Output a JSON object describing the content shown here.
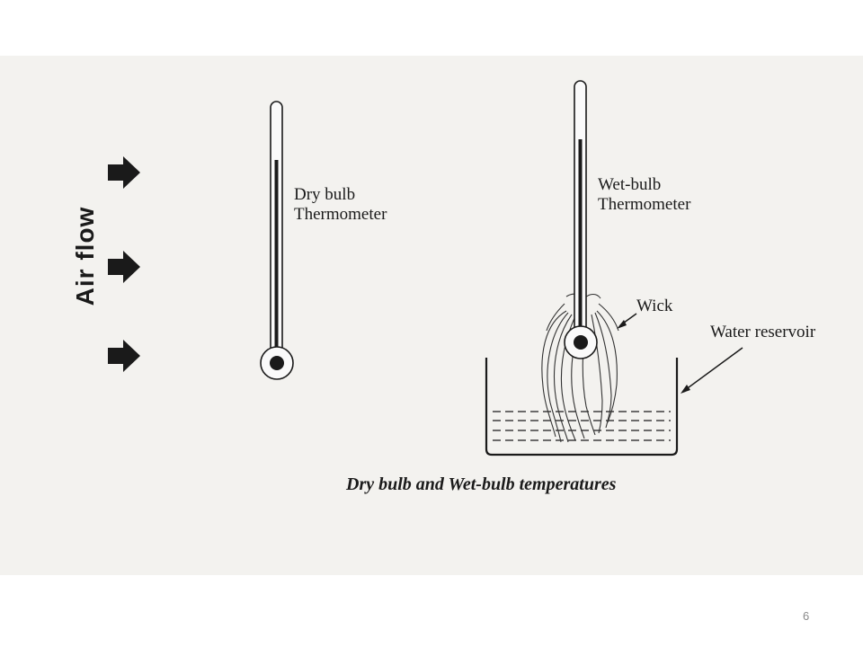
{
  "diagram": {
    "airflow_label": "Air flow",
    "dry_bulb_label_line1": "Dry bulb",
    "dry_bulb_label_line2": "Thermometer",
    "wet_bulb_label_line1": "Wet-bulb",
    "wet_bulb_label_line2": "Thermometer",
    "wick_label": "Wick",
    "reservoir_label": "Water reservoir",
    "caption": "Dry bulb and Wet-bulb temperatures"
  },
  "slide": {
    "page_number": "6"
  }
}
